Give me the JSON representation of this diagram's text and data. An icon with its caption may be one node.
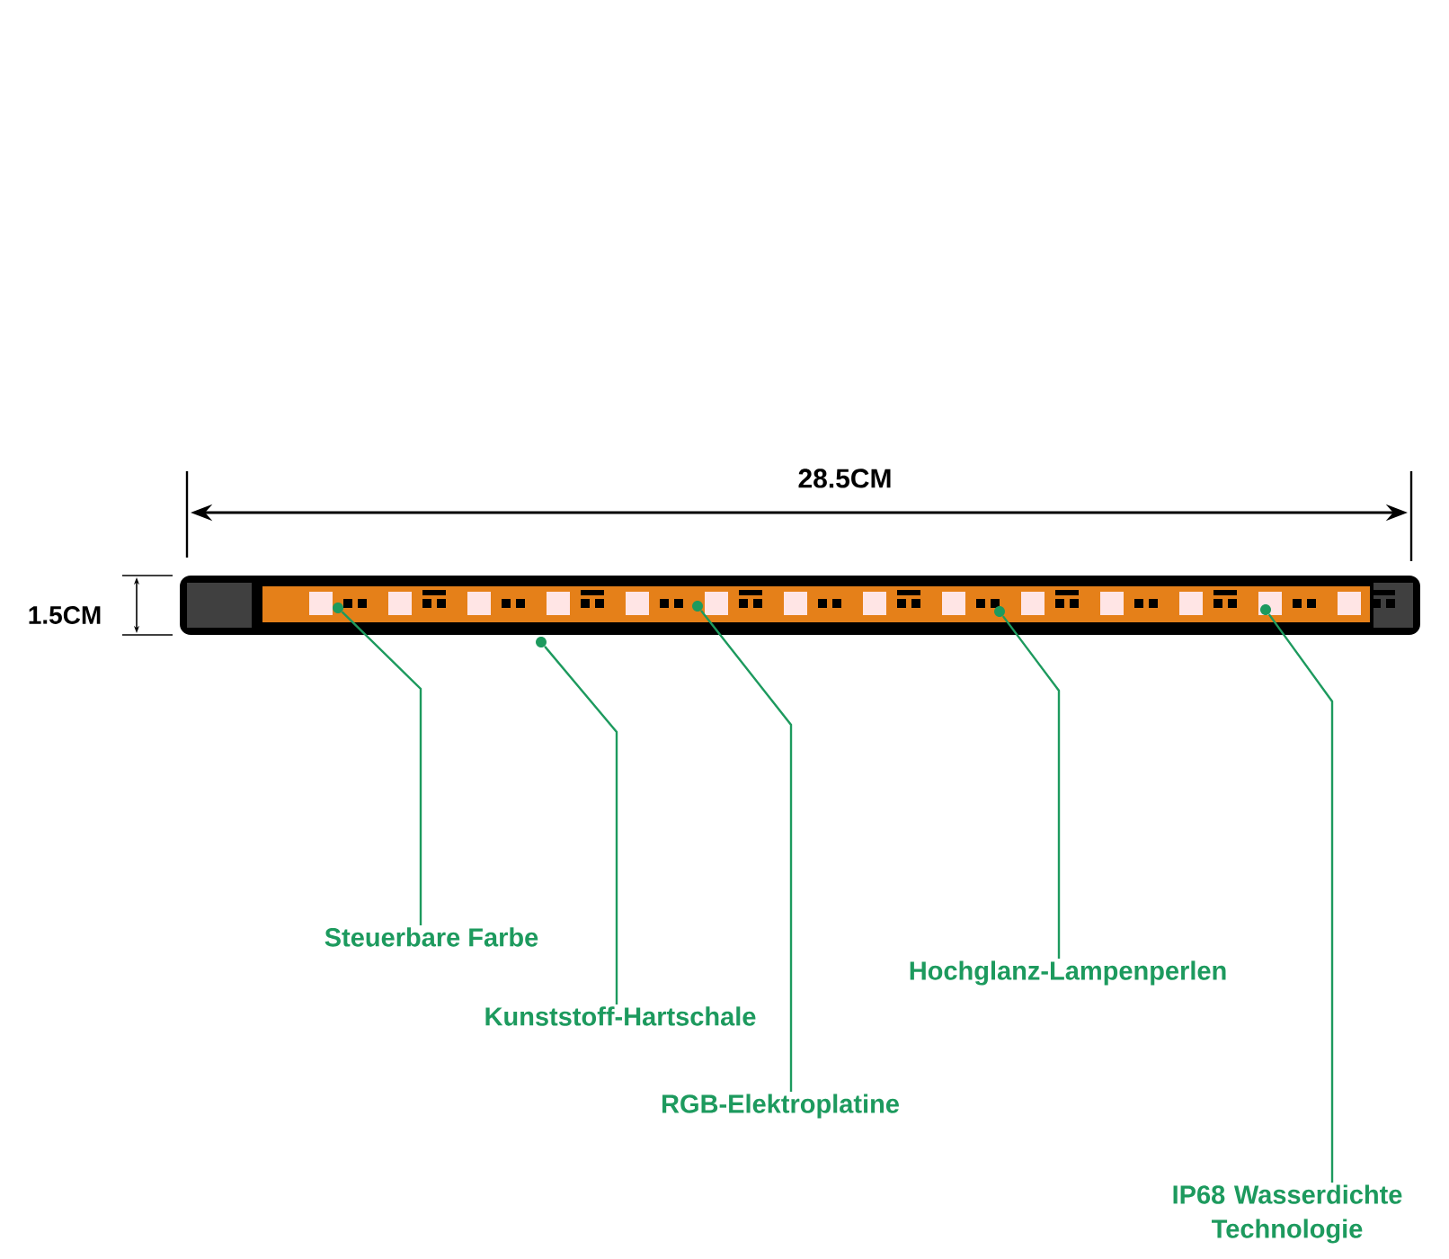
{
  "diagram": {
    "nodes": [
      {
        "text": [
          "Steuerbare Farbe"
        ]
      },
      {
        "text": [
          "Kunststoff-Hartschale"
        ]
      },
      {
        "text": [
          "RGB-Elektroplatine"
        ]
      },
      {
        "text": [
          "Hochglanz-Lampenperlen"
        ]
      },
      {
        "text": [
          "IP68 Wasserdichte Technologie"
        ]
      },
      {
        "text": [],
        "shape": "circle"
      },
      {
        "text": [],
        "shape": "circle"
      },
      {
        "text": [],
        "shape": "circle"
      },
      {
        "text": [],
        "shape": "circle"
      },
      {
        "text": [],
        "shape": "circle"
      }
    ],
    "edges": [
      {
        "from": 0,
        "to": 5,
        "arrow": "none"
      },
      {
        "from": 1,
        "to": 6,
        "arrow": "none"
      },
      {
        "from": 2,
        "to": 7,
        "arrow": "none"
      },
      {
        "from": 3,
        "to": 8,
        "arrow": "none"
      },
      {
        "from": 4,
        "to": 9,
        "arrow": "none"
      }
    ],
    "labels": [
      "28.5CM",
      "1.5CM"
    ]
  }
}
